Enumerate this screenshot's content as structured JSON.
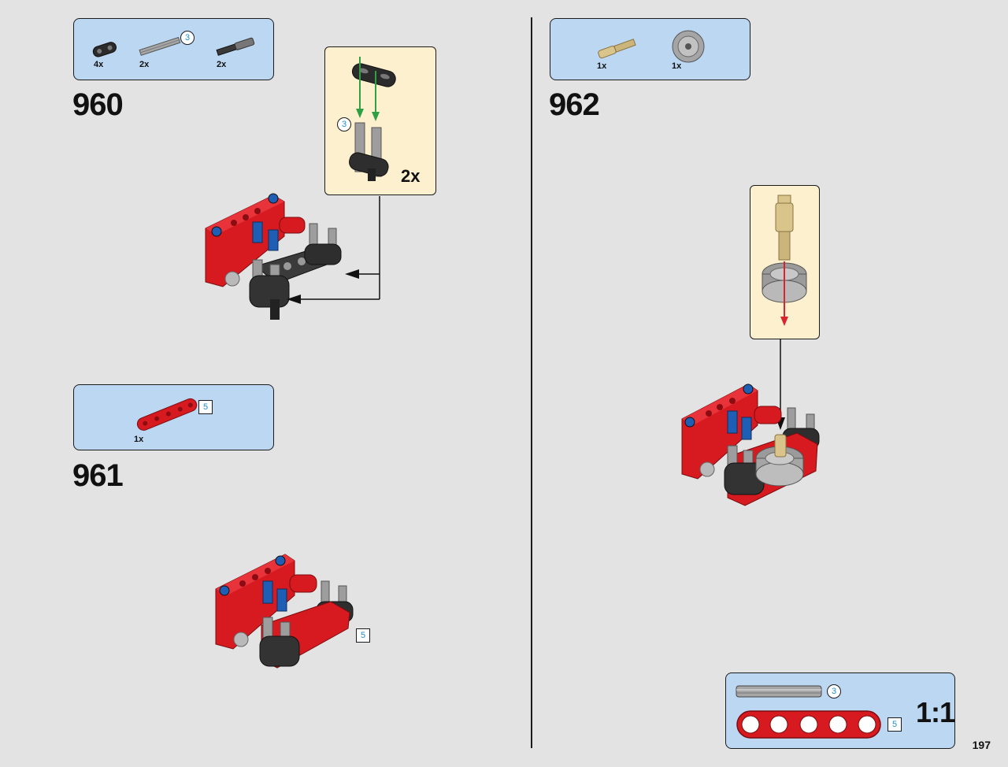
{
  "page": {
    "number": "197"
  },
  "colors": {
    "parts_box": "#bcd7f1",
    "callout": "#fdf0cf",
    "beam_red": "#d71920",
    "pin_blue": "#1e5fb5",
    "arrow_green": "#2ea043",
    "arrow_red": "#d9232e"
  },
  "steps": [
    {
      "number": "960",
      "parts": [
        {
          "name": "axle-connector",
          "qty": "4x"
        },
        {
          "name": "axle-3",
          "qty": "2x",
          "length": "3"
        },
        {
          "name": "axle-pin",
          "qty": "2x"
        }
      ],
      "callout": {
        "multiplier": "2x",
        "length": "3"
      }
    },
    {
      "number": "961",
      "parts": [
        {
          "name": "beam-5",
          "qty": "1x",
          "length": "5"
        }
      ],
      "assembly_length": "5"
    },
    {
      "number": "962",
      "parts": [
        {
          "name": "axle-pin-tan",
          "qty": "1x"
        },
        {
          "name": "pulley-wheel",
          "qty": "1x"
        }
      ]
    }
  ],
  "scale_box": {
    "axle_length": "3",
    "beam_length": "5",
    "scale": "1:1"
  }
}
